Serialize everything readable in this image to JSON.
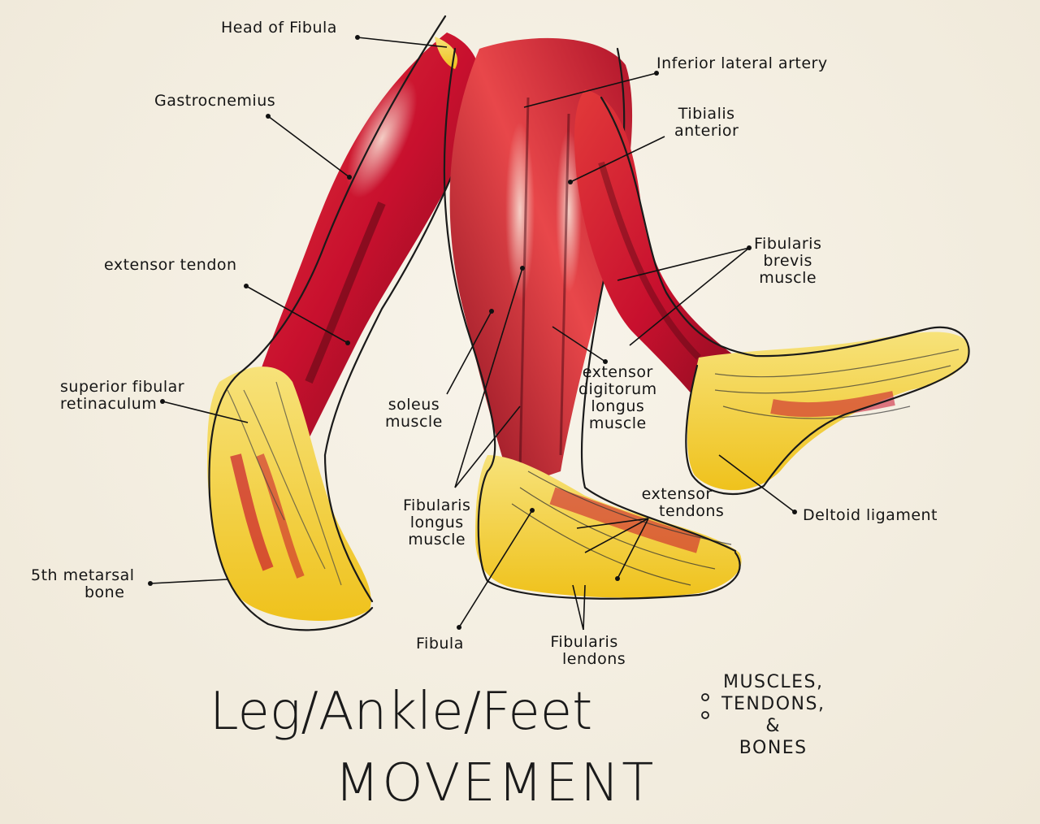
{
  "labels": {
    "head_of_fibula": "Head of Fibula",
    "inferior_lateral_artery": "Inferior lateral artery",
    "gastrocnemius": "Gastrocnemius",
    "tibialis_anterior": [
      "Tibialis",
      "anterior"
    ],
    "fibularis_brevis": [
      "Fibularis",
      "brevis",
      "muscle"
    ],
    "extensor_tendon": "extensor tendon",
    "extensor_digitorum": [
      "extensor",
      "digitorum",
      "longus",
      "muscle"
    ],
    "soleus": [
      "soleus",
      "muscle"
    ],
    "superior_fibular_retinaculum": [
      "superior fibular",
      "retinaculum"
    ],
    "fibularis_longus": [
      "Fibularis",
      "longus",
      "muscle"
    ],
    "extensor_tendons": [
      "extensor",
      "tendons"
    ],
    "deltoid_ligament": "Deltoid ligament",
    "fifth_metarsal": [
      "5th metarsal",
      "bone"
    ],
    "fibula": "Fibula",
    "fibularis_tendons": [
      "Fibularis",
      "lendons"
    ]
  },
  "title": {
    "line1": "Leg/Ankle/Feet",
    "line2": "MOVEMENT",
    "separator": ":",
    "subtitle": [
      "MUSCLES,",
      "TENDONS,",
      "&",
      "BONES"
    ]
  },
  "colors": {
    "paper": "#f4efe3",
    "muscle_red": "#c8102e",
    "muscle_dark": "#7a0c1c",
    "tendon_yellow": "#f2d23a",
    "ink": "#151515"
  }
}
